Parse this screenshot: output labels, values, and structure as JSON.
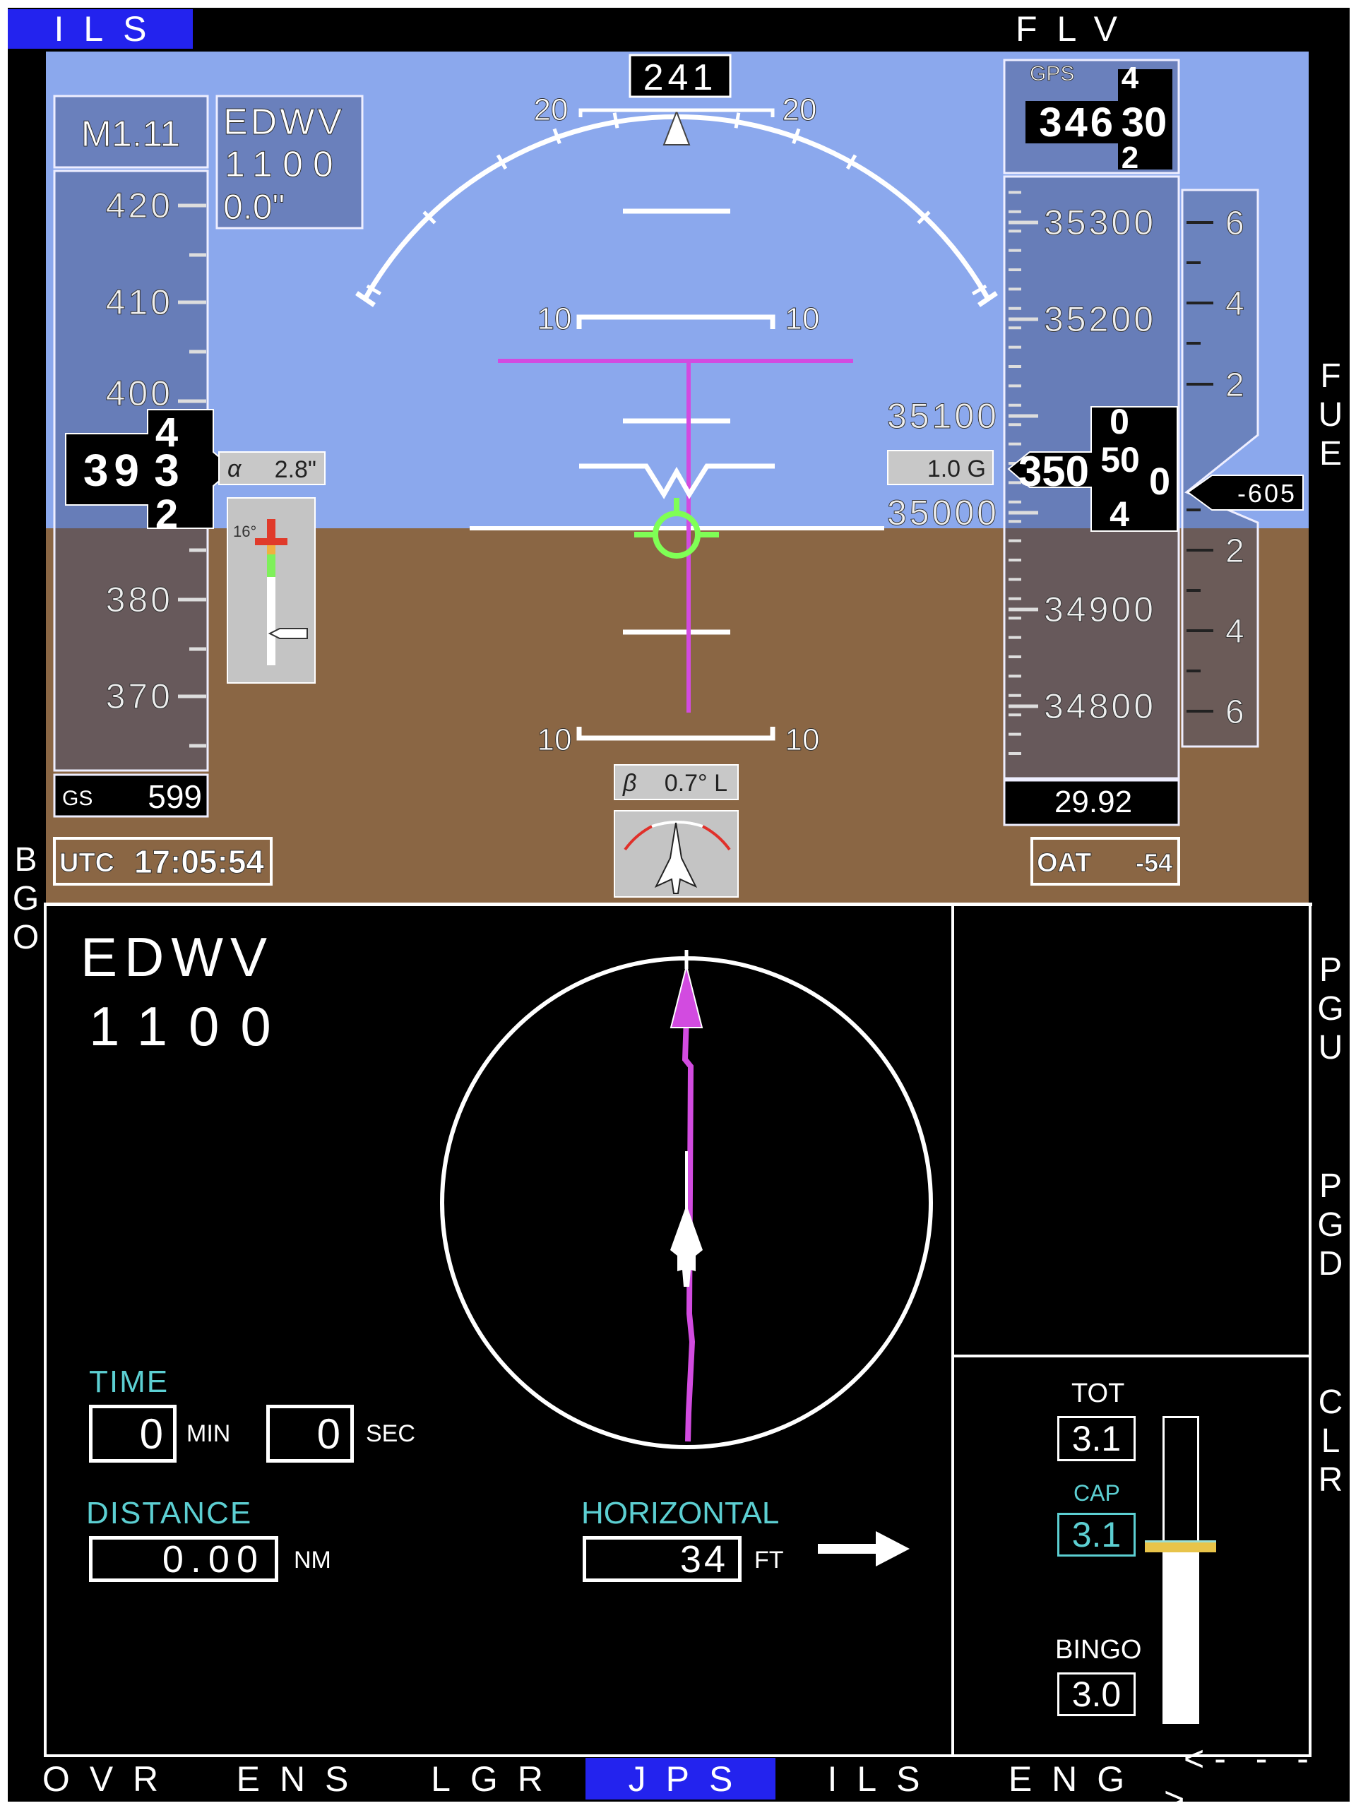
{
  "top_bar": [
    {
      "label": "ILS",
      "active": true
    },
    {
      "label": ""
    },
    {
      "label": ""
    },
    {
      "label": ""
    },
    {
      "label": ""
    },
    {
      "label": "FLV"
    },
    {
      "label": ""
    }
  ],
  "bottom_bar": [
    {
      "label": "OVR"
    },
    {
      "label": "ENS"
    },
    {
      "label": "LGR"
    },
    {
      "label": "JPS",
      "active": true
    },
    {
      "label": "ILS"
    },
    {
      "label": "ENG"
    },
    {
      "label": "<- - - >"
    }
  ],
  "left_side": {
    "bgo": "BGO"
  },
  "right_side": {
    "fue": "FUE",
    "pgu": "PGU",
    "pgd": "PGD",
    "clr": "CLR"
  },
  "pfd": {
    "mach": "M1.11",
    "waypoint": {
      "name": "EDWV",
      "alt": "1100",
      "value": "0.0ʺ"
    },
    "heading": "241",
    "pitch_labels": {
      "p20": "20",
      "p10": "10",
      "m10": "10"
    },
    "airspeed": {
      "ticks": [
        "420",
        "410",
        "400",
        "390",
        "380",
        "370"
      ],
      "readout_main": "39",
      "drum": [
        "4",
        "3",
        "2"
      ],
      "ground_speed_label": "GS",
      "ground_speed": "599"
    },
    "utc": {
      "label": "UTC",
      "time": "17:05:54"
    },
    "alpha": {
      "symbol": "α",
      "value": "2.8ʺ"
    },
    "aoa_indexer": {
      "limit_label": "16°"
    },
    "g_load": "1.0 G",
    "sideslip": {
      "symbol": "β",
      "value": "0.7° L"
    },
    "gps_altitude": {
      "label": "GPS",
      "main": "346",
      "drum": [
        "4",
        "30",
        "2"
      ]
    },
    "altitude": {
      "ticks": [
        "35300",
        "35200",
        "35100",
        "35000",
        "34900",
        "34800"
      ],
      "readout_main": "350",
      "drum": [
        "0",
        "50",
        "4"
      ],
      "drum_last": "0"
    },
    "baro": "29.92",
    "oat": {
      "label": "OAT",
      "value": "-54"
    },
    "vsi": {
      "ticks": [
        "6",
        "4",
        "2",
        "2",
        "4",
        "6"
      ],
      "value": "-605"
    },
    "colors": {
      "sky": "#8ba8ed",
      "ground": "#8a6644",
      "magenta": "#d24be0",
      "fpm": "#7fff55"
    }
  },
  "nav": {
    "waypoint": "EDWV",
    "altitude": "1100",
    "time": {
      "label": "TIME",
      "min": "0",
      "min_unit": "MIN",
      "sec": "0",
      "sec_unit": "SEC"
    },
    "distance": {
      "label": "DISTANCE",
      "value": "0.00",
      "unit": "NM"
    },
    "horizontal": {
      "label": "HORIZONTAL",
      "value": "34",
      "unit": "FT",
      "direction": "right-arrow"
    }
  },
  "fuel": {
    "tot_label": "TOT",
    "tot": "3.1",
    "cap_label": "CAP",
    "cap": "3.1",
    "bingo_label": "BINGO",
    "bingo": "3.0",
    "fill_fraction": 0.56
  }
}
